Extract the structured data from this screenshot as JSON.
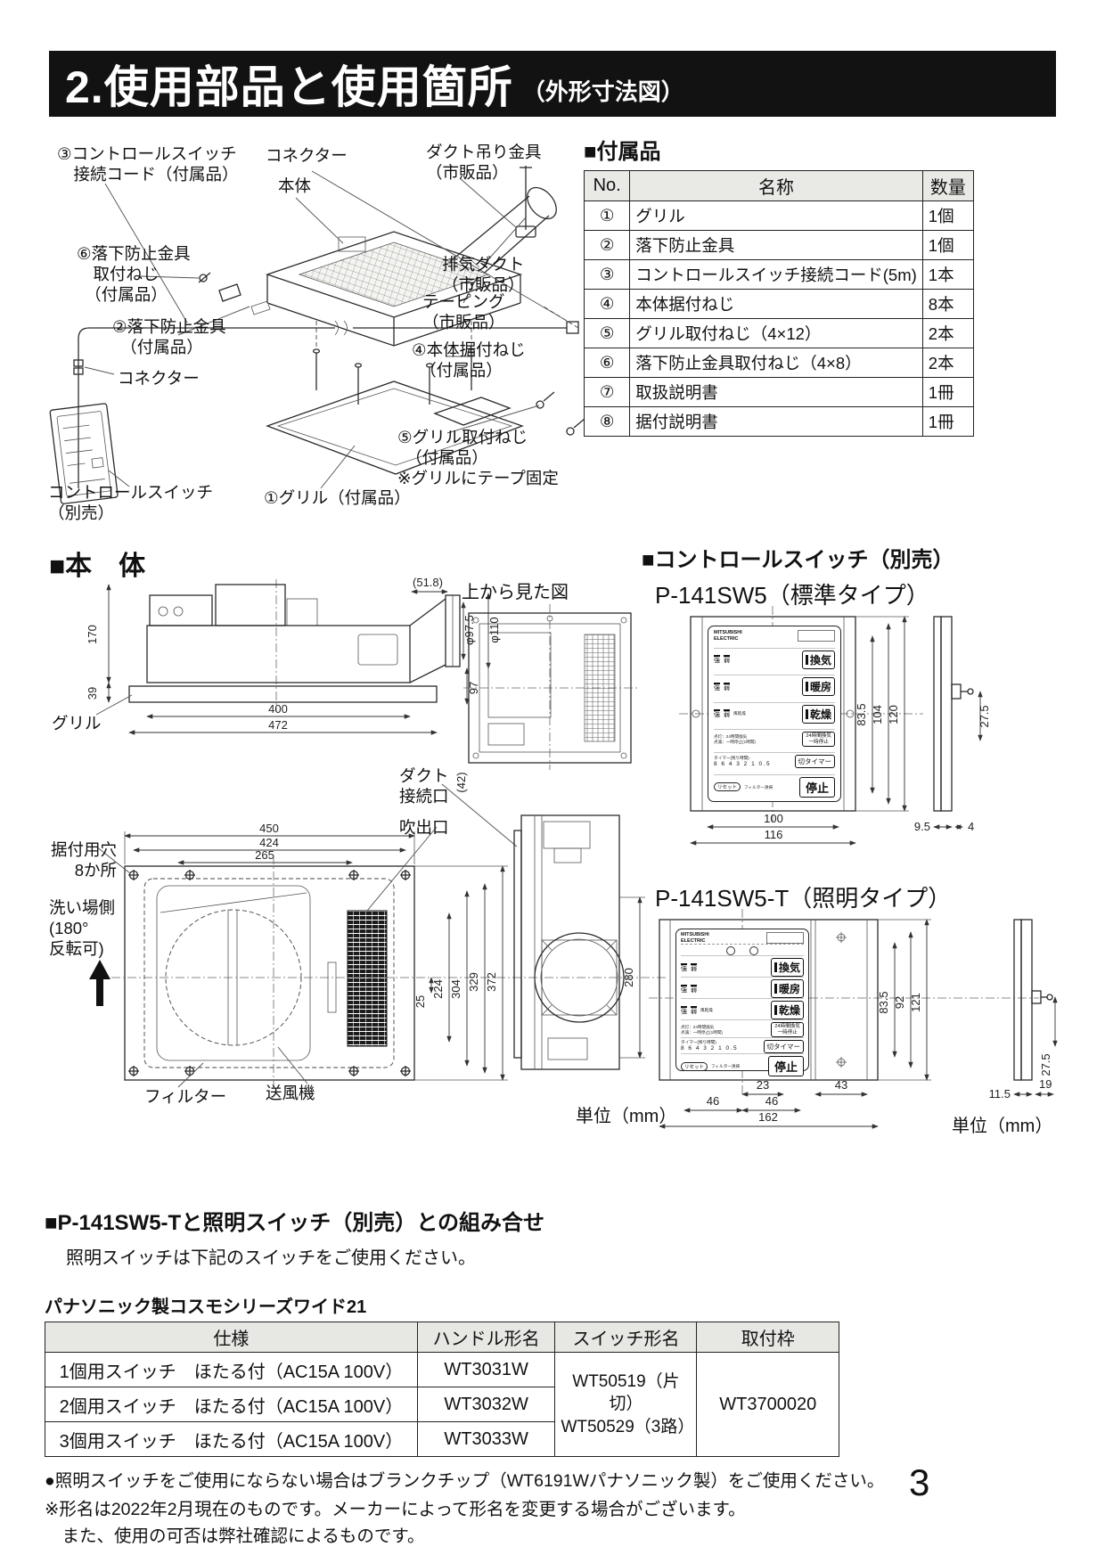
{
  "page": {
    "title": "2.使用部品と使用箇所",
    "title_suffix": "（外形寸法図）",
    "page_number": "3"
  },
  "accessories": {
    "heading": "■付属品",
    "columns": {
      "no": "No.",
      "name": "名称",
      "qty": "数量"
    },
    "rows": [
      {
        "no": "①",
        "name": "グリル",
        "qty": "1個"
      },
      {
        "no": "②",
        "name": "落下防止金具",
        "qty": "1個"
      },
      {
        "no": "③",
        "name": "コントロールスイッチ接続コード(5m)",
        "qty": "1本"
      },
      {
        "no": "④",
        "name": "本体据付ねじ",
        "qty": "8本"
      },
      {
        "no": "⑤",
        "name": "グリル取付ねじ（4×12）",
        "qty": "2本"
      },
      {
        "no": "⑥",
        "name": "落下防止金具取付ねじ（4×8）",
        "qty": "2本"
      },
      {
        "no": "⑦",
        "name": "取扱説明書",
        "qty": "1冊"
      },
      {
        "no": "⑧",
        "name": "据付説明書",
        "qty": "1冊"
      }
    ]
  },
  "exploded": {
    "labels": [
      "③コントロールスイッチ\n　接続コード（付属品）",
      "コネクター",
      "本体",
      "ダクト吊り金具\n（市販品）",
      "排気ダクト\n（市販品）",
      "テーピング\n（市販品）",
      "⑥落下防止金具\n　取付ねじ\n　（付属品）",
      "②落下防止金具\n　（付属品）",
      "コネクター",
      "④本体据付ねじ\n　（付属品）",
      "⑤グリル取付ねじ\n　（付属品）\n※グリルにテープ固定",
      "コントロールスイッチ\n（別売）",
      "①グリル（付属品）"
    ]
  },
  "body": {
    "heading": "■本　体",
    "top_view_title": "上から見た図",
    "unit": "単位（mm）",
    "labels": {
      "grille": "グリル",
      "holes": "据付用穴\n8か所",
      "wash_side": "洗い場側\n(180°\n反転可)",
      "duct_port": "ダクト\n接続口",
      "outlet": "吹出口",
      "filter": "フィルター",
      "fan": "送風機"
    },
    "dims": {
      "d170": "170",
      "d39": "39",
      "d400": "400",
      "d472": "472",
      "d518": "(51.8)",
      "d975": "φ97.5",
      "d110": "φ110",
      "d97": "97",
      "d42": "(42)",
      "d450": "450",
      "d424": "424",
      "d265": "265",
      "d25": "25",
      "d224": "224",
      "d304": "304",
      "d329": "329",
      "d372": "372",
      "d280": "280"
    }
  },
  "control_switch": {
    "heading": "■コントロールスイッチ（別売）",
    "standard_model": "P-141SW5（標準タイプ）",
    "lighting_model": "P-141SW5-T（照明タイプ）",
    "unit": "単位（mm）",
    "panel": {
      "brand": "MITSUBISHI\nELECTRIC",
      "strong": "強",
      "weak": "弱",
      "wind_dry": "風乾燥",
      "vent": "換気",
      "heat": "暖房",
      "dry": "乾燥",
      "h24": "24時間換気\n一時停止",
      "timer_off": "切タイマー",
      "stop": "停止",
      "note": "点灯：24時間換気\n点滅：一時停止(1時間)",
      "timer_label": "タイマー(残り時間)",
      "timer_scale": "8 6 4 3 2 1 0.5",
      "reset": "リセット",
      "filter_clean": "フィルター清掃"
    },
    "standard_dims": {
      "d835": "83.5",
      "d104": "104",
      "d120": "120",
      "d100": "100",
      "d116": "116",
      "d95": "9.5",
      "d4": "4",
      "d275": "27.5"
    },
    "lighting_dims": {
      "d835": "83.5",
      "d92": "92",
      "d121": "121",
      "d23": "23",
      "d43": "43",
      "d46a": "46",
      "d46b": "46",
      "d162": "162",
      "d115": "11.5",
      "d19": "19",
      "d275": "27.5"
    }
  },
  "combination": {
    "heading": "■P-141SW5-Tと照明スイッチ（別売）との組み合せ",
    "subtext": "照明スイッチは下記のスイッチをご使用ください。",
    "series": "パナソニック製コスモシリーズワイド21",
    "columns": {
      "spec": "仕様",
      "handle": "ハンドル形名",
      "switch": "スイッチ形名",
      "frame": "取付枠"
    },
    "rows": [
      {
        "spec": "1個用スイッチ　ほたる付（AC15A 100V）",
        "handle": "WT3031W"
      },
      {
        "spec": "2個用スイッチ　ほたる付（AC15A 100V）",
        "handle": "WT3032W"
      },
      {
        "spec": "3個用スイッチ　ほたる付（AC15A 100V）",
        "handle": "WT3033W"
      }
    ],
    "switch_model": "WT50519（片切）\nWT50529（3路）",
    "frame_model": "WT3700020",
    "notes": [
      "●照明スイッチをご使用にならない場合はブランクチップ（WT6191Wパナソニック製）をご使用ください。",
      "※形名は2022年2月現在のものです。メーカーによって形名を変更する場合がございます。",
      "　また、使用の可否は弊社確認によるものです。"
    ]
  }
}
